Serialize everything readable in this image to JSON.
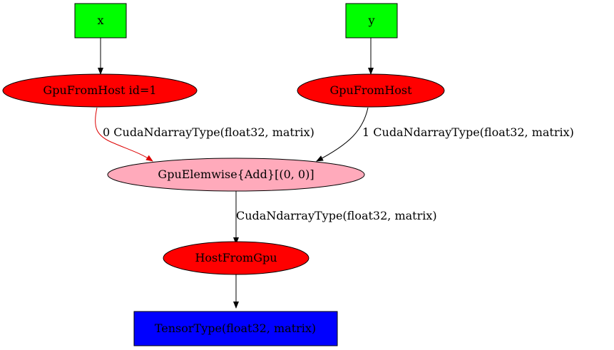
{
  "colors": {
    "input": "#00ff00",
    "gpu_op": "#ff0000",
    "elemwise": "#ffaabb",
    "output": "#0000ff",
    "edge_default": "#000000",
    "edge_highlight": "#dd0000"
  },
  "nodes": {
    "x": {
      "label": "x",
      "shape": "box",
      "color": "input"
    },
    "y": {
      "label": "y",
      "shape": "box",
      "color": "input"
    },
    "gpu_from_host_1": {
      "label": "GpuFromHost id=1",
      "shape": "ellipse",
      "color": "gpu_op"
    },
    "gpu_from_host_2": {
      "label": "GpuFromHost",
      "shape": "ellipse",
      "color": "gpu_op"
    },
    "gpu_elemwise": {
      "label": "GpuElemwise{Add}[(0, 0)]",
      "shape": "ellipse",
      "color": "elemwise"
    },
    "host_from_gpu": {
      "label": "HostFromGpu",
      "shape": "ellipse",
      "color": "gpu_op"
    },
    "tensor_type": {
      "label": "TensorType(float32, matrix)",
      "shape": "box",
      "color": "output"
    }
  },
  "edges": {
    "x_to_gfh1": {
      "from": "x",
      "to": "gpu_from_host_1",
      "label": "",
      "color": "edge_default"
    },
    "y_to_gfh2": {
      "from": "y",
      "to": "gpu_from_host_2",
      "label": "",
      "color": "edge_default"
    },
    "gfh1_to_elemwise": {
      "from": "gpu_from_host_1",
      "to": "gpu_elemwise",
      "label": "0 CudaNdarrayType(float32, matrix)",
      "color": "edge_highlight"
    },
    "gfh2_to_elemwise": {
      "from": "gpu_from_host_2",
      "to": "gpu_elemwise",
      "label": "1 CudaNdarrayType(float32, matrix)",
      "color": "edge_default"
    },
    "elemwise_to_hfg": {
      "from": "gpu_elemwise",
      "to": "host_from_gpu",
      "label": "CudaNdarrayType(float32, matrix)",
      "color": "edge_default"
    },
    "hfg_to_tensor": {
      "from": "host_from_gpu",
      "to": "tensor_type",
      "label": "",
      "color": "edge_default"
    }
  }
}
